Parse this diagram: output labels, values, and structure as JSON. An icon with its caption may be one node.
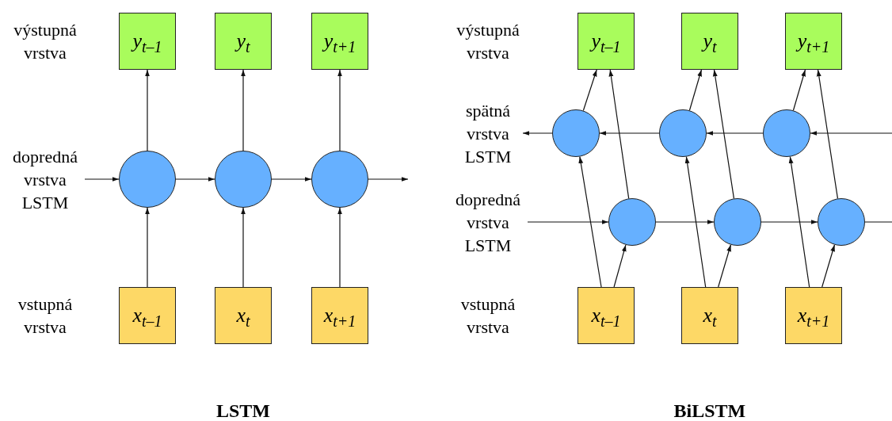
{
  "diagram": {
    "nodes": [
      {
        "text": [
          "y$_{t–1}$"
        ]
      },
      {
        "text": [
          "y$_{t}$"
        ]
      },
      {
        "text": [
          "y$_{t+1}$"
        ]
      },
      {
        "text": [],
        "shape": "circle"
      },
      {
        "text": [],
        "shape": "circle"
      },
      {
        "text": [],
        "shape": "circle"
      },
      {
        "text": [
          "x$_{t–1}$"
        ]
      },
      {
        "text": [
          "x$_{t}$"
        ]
      },
      {
        "text": [
          "x$_{t+1}$"
        ]
      },
      {
        "text": [
          "y$_{t–1}$"
        ]
      },
      {
        "text": [
          "y$_{t}$"
        ]
      },
      {
        "text": [
          "y$_{t+1}$"
        ]
      },
      {
        "text": [],
        "shape": "circle"
      },
      {
        "text": [],
        "shape": "circle"
      },
      {
        "text": [],
        "shape": "circle"
      },
      {
        "text": [],
        "shape": "circle"
      },
      {
        "text": [],
        "shape": "circle"
      },
      {
        "text": [],
        "shape": "circle"
      },
      {
        "text": [
          "x$_{t–1}$"
        ]
      },
      {
        "text": [
          "x$_{t}$"
        ]
      },
      {
        "text": [
          "x$_{t+1}$"
        ]
      },
      {
        "text": [
          "dopredná vrstva LSTM"
        ]
      },
      {
        "text": [
          "spätná vrstva LSTM"
        ]
      },
      {
        "text": [
          "dopredná vrstva LSTM"
        ]
      }
    ],
    "edges": [
      {
        "from": 21,
        "to": 3,
        "arrow": "to"
      },
      {
        "from": 3,
        "to": 4,
        "arrow": "to"
      },
      {
        "from": 4,
        "to": 5,
        "arrow": "to"
      },
      {
        "from": 5,
        "to": null,
        "arrow": "to"
      },
      {
        "from": 6,
        "to": 3,
        "arrow": "to"
      },
      {
        "from": 7,
        "to": 4,
        "arrow": "to"
      },
      {
        "from": 8,
        "to": 5,
        "arrow": "to"
      },
      {
        "from": 3,
        "to": 0,
        "arrow": "to"
      },
      {
        "from": 4,
        "to": 1,
        "arrow": "to"
      },
      {
        "from": 5,
        "to": 2,
        "arrow": "to"
      },
      {
        "from": null,
        "to": 14,
        "arrow": "to"
      },
      {
        "from": 14,
        "to": 13,
        "arrow": "to"
      },
      {
        "from": 13,
        "to": 12,
        "arrow": "to"
      },
      {
        "from": 12,
        "to": 22,
        "arrow": "to"
      },
      {
        "from": 23,
        "to": 15,
        "arrow": "to"
      },
      {
        "from": 15,
        "to": 16,
        "arrow": "to"
      },
      {
        "from": 16,
        "to": 17,
        "arrow": "to"
      },
      {
        "from": 17,
        "to": null,
        "arrow": "none"
      },
      {
        "from": 18,
        "to": 12,
        "arrow": "to"
      },
      {
        "from": 18,
        "to": 15,
        "arrow": "to"
      },
      {
        "from": 19,
        "to": 13,
        "arrow": "to"
      },
      {
        "from": 19,
        "to": 16,
        "arrow": "to"
      },
      {
        "from": 20,
        "to": 14,
        "arrow": "to"
      },
      {
        "from": 20,
        "to": 17,
        "arrow": "to"
      },
      {
        "from": 12,
        "to": 9,
        "arrow": "to"
      },
      {
        "from": 15,
        "to": 9,
        "arrow": "to"
      },
      {
        "from": 13,
        "to": 10,
        "arrow": "to"
      },
      {
        "from": 16,
        "to": 10,
        "arrow": "to"
      },
      {
        "from": 14,
        "to": 11,
        "arrow": "to"
      },
      {
        "from": 17,
        "to": 11,
        "arrow": "to"
      }
    ],
    "labels": [
      "výstupná vrstva",
      "vstupná vrstva",
      "výstupná vrstva",
      "vstupná vrstva",
      "LSTM",
      "BiLSTM"
    ]
  }
}
